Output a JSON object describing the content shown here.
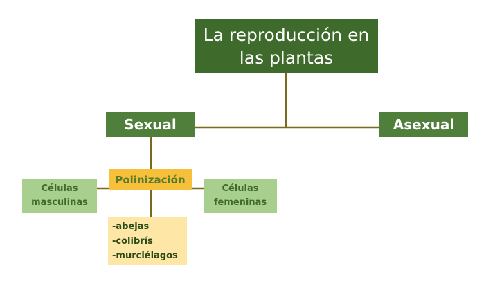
{
  "title": {
    "line1": "La reproducción en",
    "line2": "las plantas"
  },
  "branches": {
    "sexual": "Sexual",
    "asexual": "Asexual"
  },
  "polinizacion": "Polinización",
  "celulas_masculinas": {
    "line1": "Células",
    "line2": "masculinas"
  },
  "celulas_femeninas": {
    "line1": "Células",
    "line2": "femeninas"
  },
  "agentes": [
    "-abejas",
    "-colibrís",
    "-murciélagos"
  ],
  "colors": {
    "title_bg": "#3e6b2b",
    "branch_bg": "#4f7f3a",
    "poli_bg": "#f6c03a",
    "leaf_bg": "#a9cf8e",
    "agents_bg": "#fde6a6",
    "connector": "#7a6a1e"
  }
}
